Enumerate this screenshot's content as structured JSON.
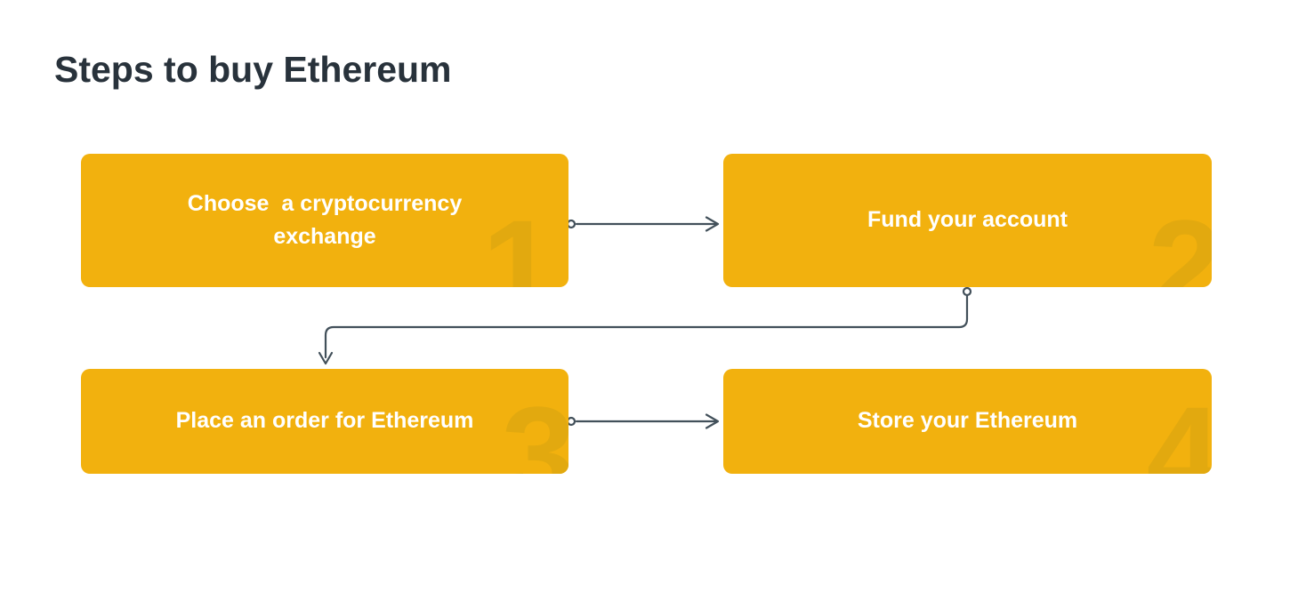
{
  "page": {
    "title": "Steps to buy Ethereum",
    "background_color": "#FFFFFF"
  },
  "colors": {
    "title_text": "#28323B",
    "box_background": "#F2B10E",
    "box_label_text": "#FFFFFF",
    "box_number": "#E2A90F",
    "connector": "#42505A",
    "connector_dot_fill": "#FFFFFF"
  },
  "steps": [
    {
      "number": "1",
      "label": "Choose  a cryptocurrency exchange"
    },
    {
      "number": "2",
      "label": "Fund your account"
    },
    {
      "number": "3",
      "label": "Place an order for Ethereum"
    },
    {
      "number": "4",
      "label": "Store your Ethereum"
    }
  ],
  "flow": [
    {
      "from": "1",
      "to": "2",
      "shape": "straight-right"
    },
    {
      "from": "2",
      "to": "3",
      "shape": "elbow-down-left-down"
    },
    {
      "from": "3",
      "to": "4",
      "shape": "straight-right"
    }
  ]
}
